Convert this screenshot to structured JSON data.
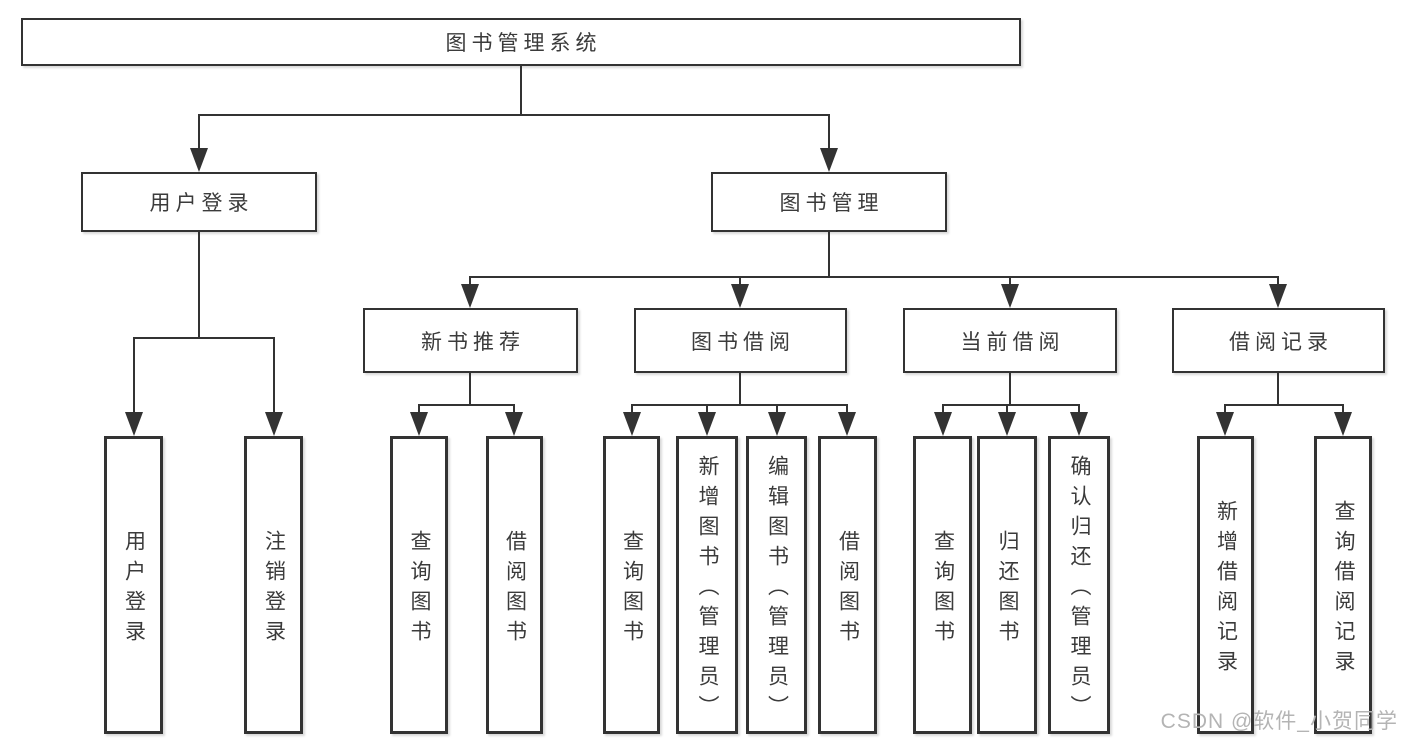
{
  "tree": {
    "label": "图书管理系统",
    "children": [
      {
        "label": "用户登录",
        "children": [
          {
            "label": "用户登录"
          },
          {
            "label": "注销登录"
          }
        ]
      },
      {
        "label": "图书管理",
        "children": [
          {
            "label": "新书推荐",
            "children": [
              {
                "label": "查询图书"
              },
              {
                "label": "借阅图书"
              }
            ]
          },
          {
            "label": "图书借阅",
            "children": [
              {
                "label": "查询图书"
              },
              {
                "label": "新增图书（管理员）"
              },
              {
                "label": "编辑图书（管理员）"
              },
              {
                "label": "借阅图书"
              }
            ]
          },
          {
            "label": "当前借阅",
            "children": [
              {
                "label": "查询图书"
              },
              {
                "label": "归还图书"
              },
              {
                "label": "确认归还（管理员）"
              }
            ]
          },
          {
            "label": "借阅记录",
            "children": [
              {
                "label": "新增借阅记录"
              },
              {
                "label": "查询借阅记录"
              }
            ]
          }
        ]
      }
    ]
  },
  "watermark": {
    "text": "CSDN @软件_小贺同学"
  },
  "colors": {
    "line": "#333333",
    "border": "#333333",
    "text": "#3b3b3b",
    "watermark": "#b4b4b4",
    "background": "#ffffff"
  }
}
